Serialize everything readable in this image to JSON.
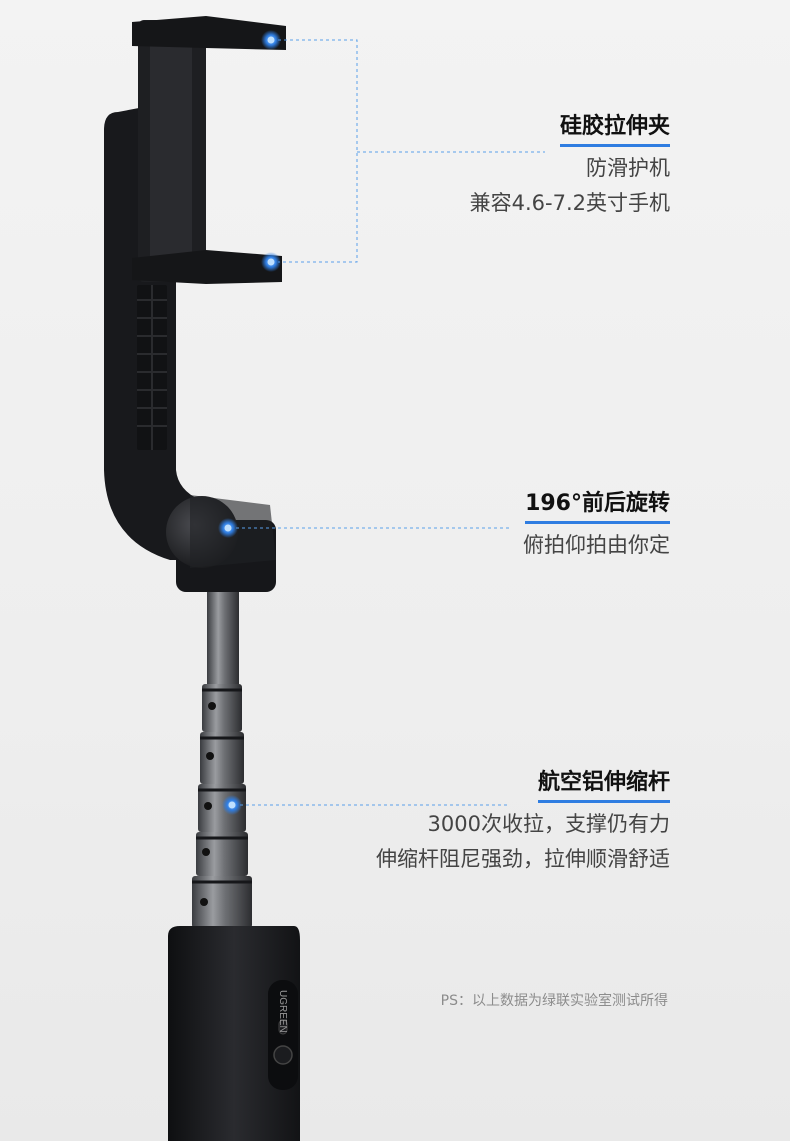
{
  "callouts": [
    {
      "title": "硅胶拉伸夹",
      "lines": [
        "防滑护机",
        "兼容4.6-7.2英寸手机"
      ]
    },
    {
      "title": "196°前后旋转",
      "lines": [
        "俯拍仰拍由你定"
      ]
    },
    {
      "title": "航空铝伸缩杆",
      "lines": [
        "3000次收拉，支撑仍有力",
        "伸缩杆阻尼强劲，拉伸顺滑舒适"
      ]
    }
  ],
  "brand_text": "UGREEN",
  "footnote": "PS：以上数据为绿联实验室测试所得",
  "colors": {
    "accent": "#2f7de1",
    "device": "#1c1d20"
  }
}
